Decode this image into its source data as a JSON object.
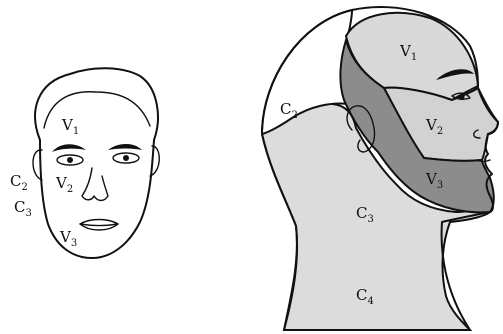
{
  "front_face": {
    "labels": [
      {
        "id": "v1",
        "base": "V",
        "sub": "1"
      },
      {
        "id": "v2",
        "base": "V",
        "sub": "2"
      },
      {
        "id": "v3",
        "base": "V",
        "sub": "3"
      },
      {
        "id": "c2",
        "base": "C",
        "sub": "2"
      },
      {
        "id": "c3",
        "base": "C",
        "sub": "3"
      }
    ]
  },
  "side_head": {
    "labels": [
      {
        "id": "v1",
        "base": "V",
        "sub": "1"
      },
      {
        "id": "v2",
        "base": "V",
        "sub": "2"
      },
      {
        "id": "v3",
        "base": "V",
        "sub": "3"
      },
      {
        "id": "c2",
        "base": "C",
        "sub": "2"
      },
      {
        "id": "c3",
        "base": "C",
        "sub": "3"
      },
      {
        "id": "c4",
        "base": "C",
        "sub": "4"
      }
    ],
    "region_colors": {
      "v1": "#d9d9d9",
      "v2": "#d2d2d2",
      "v3": "#8c8c8c",
      "c2": "#ffffff",
      "c3": "#dcdcdc",
      "c4": "#dcdcdc"
    }
  },
  "colors": {
    "ink": "#111111",
    "background": "#ffffff"
  }
}
